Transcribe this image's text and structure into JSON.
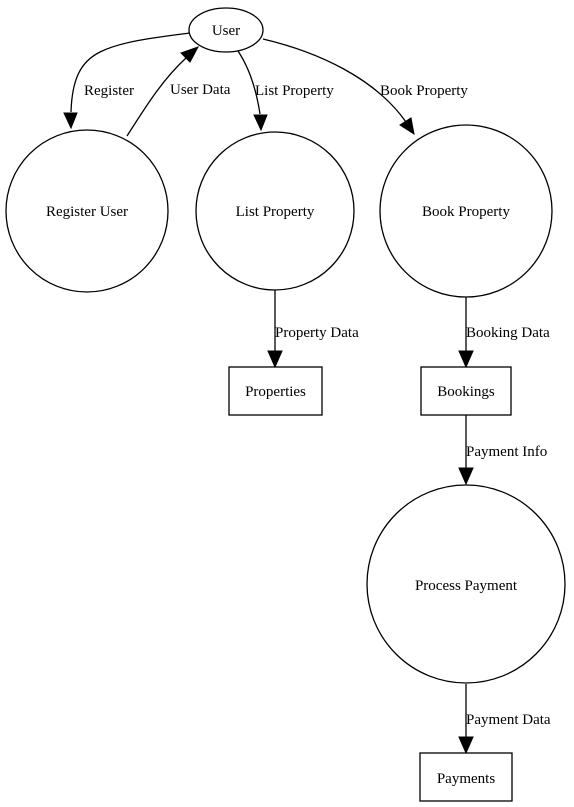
{
  "nodes": {
    "user": "User",
    "register_user": "Register User",
    "list_property": "List Property",
    "book_property": "Book Property",
    "properties": "Properties",
    "bookings": "Bookings",
    "process_payment": "Process Payment",
    "payments": "Payments"
  },
  "edges": {
    "register": "Register",
    "user_data": "User Data",
    "list_property": "List Property",
    "book_property": "Book Property",
    "property_data": "Property Data",
    "booking_data": "Booking Data",
    "payment_info": "Payment Info",
    "payment_data": "Payment Data"
  }
}
